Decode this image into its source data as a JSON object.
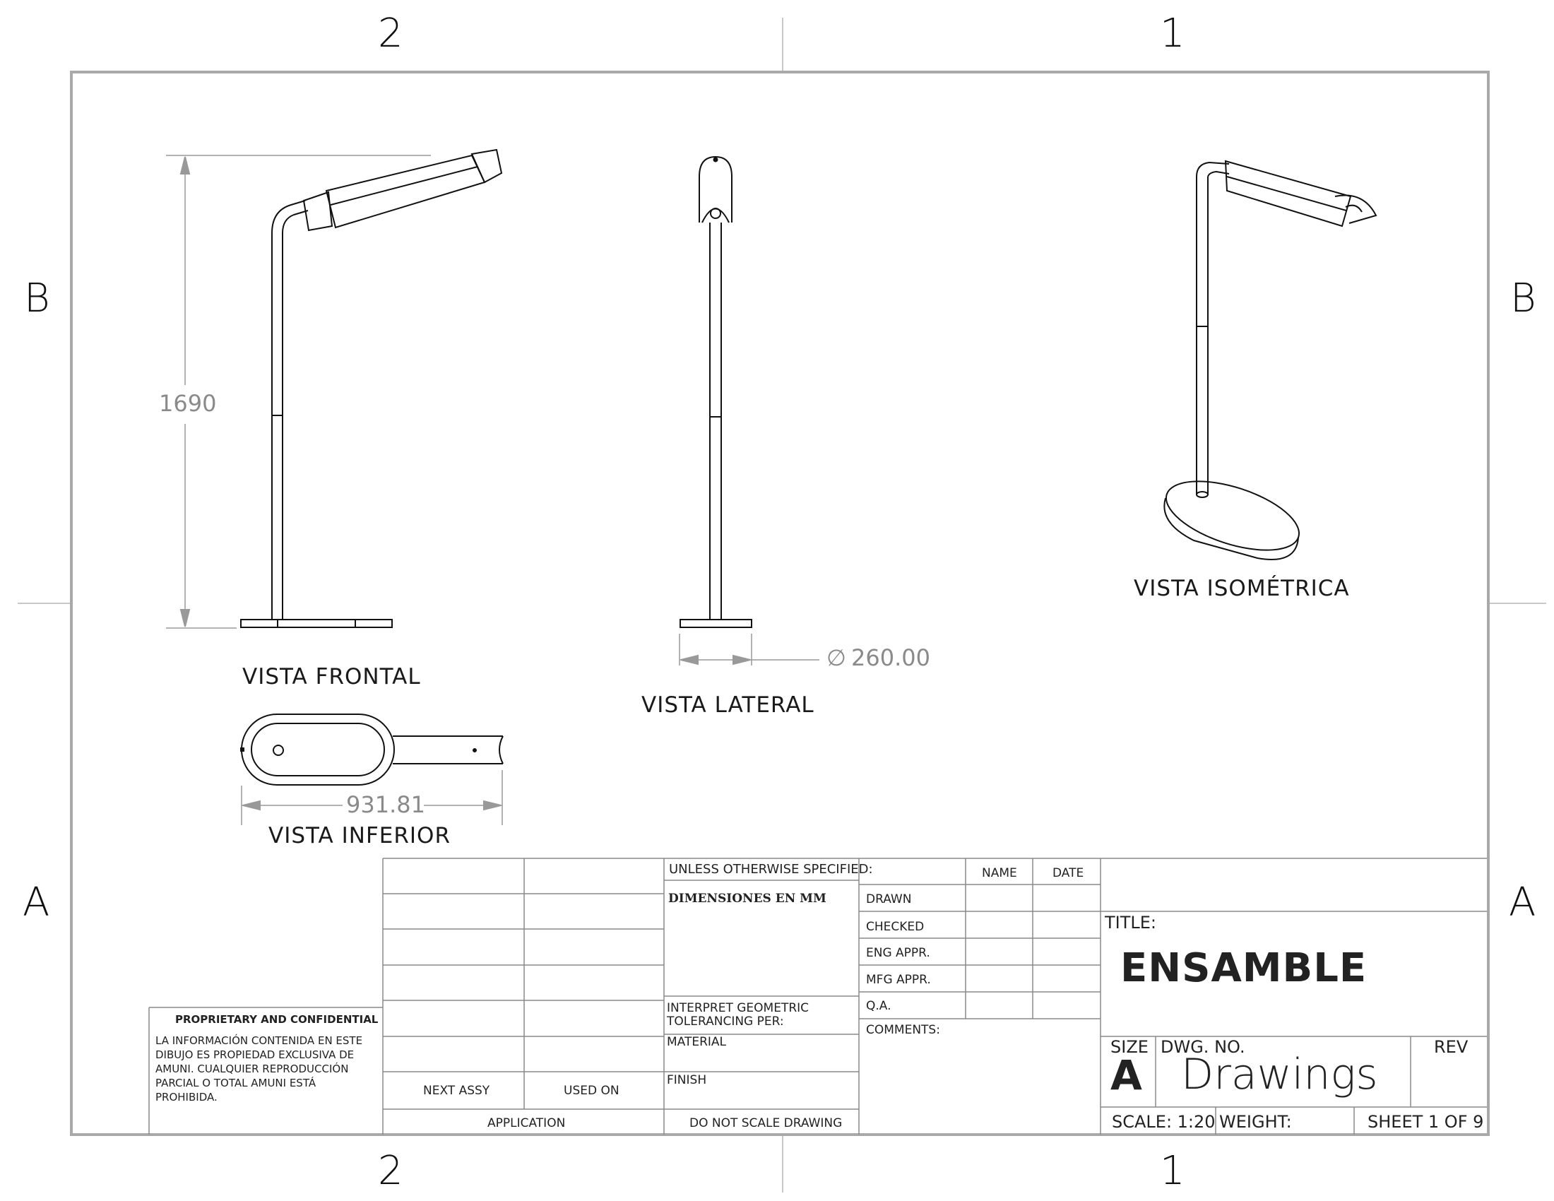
{
  "zones": {
    "top": [
      "2",
      "1"
    ],
    "bottom": [
      "2",
      "1"
    ],
    "left": [
      "B",
      "A"
    ],
    "right": [
      "B",
      "A"
    ]
  },
  "views": {
    "front": "VISTA FRONTAL",
    "side": "VISTA LATERAL",
    "iso": "VISTA ISOMÉTRICA",
    "bottom": "VISTA INFERIOR"
  },
  "dimensions": {
    "height": "1690",
    "diameter": "260.00",
    "length": "931.81"
  },
  "proprietary": {
    "heading": "PROPRIETARY AND CONFIDENTIAL",
    "lines": [
      "LA INFORMACIÓN CONTENIDA EN ESTE",
      "DIBUJO ES PROPIEDAD EXCLUSIVA DE",
      "AMUNI. CUALQUIER REPRODUCCIÓN",
      "PARCIAL O TOTAL AMUNI ESTÁ",
      "PROHIBIDA."
    ]
  },
  "title_block": {
    "next_assy": "NEXT ASSY",
    "used_on": "USED ON",
    "application": "APPLICATION",
    "unless": "UNLESS OTHERWISE SPECIFIED:",
    "units_note": "DIMENSIONES EN MM",
    "interpret_1": "INTERPRET GEOMETRIC",
    "interpret_2": "TOLERANCING PER:",
    "material": "MATERIAL",
    "finish": "FINISH",
    "do_not_scale": "DO NOT SCALE DRAWING",
    "name": "NAME",
    "date": "DATE",
    "drawn": "DRAWN",
    "checked": "CHECKED",
    "eng_appr": "ENG APPR.",
    "mfg_appr": "MFG APPR.",
    "qa": "Q.A.",
    "comments": "COMMENTS:",
    "title_label": "TITLE:",
    "title": "ENSAMBLE",
    "size_label": "SIZE",
    "size": "A",
    "dwg_no_label": "DWG.  NO.",
    "dwg_no": "Drawings",
    "rev_label": "REV",
    "scale": "SCALE: 1:20",
    "weight": "WEIGHT:",
    "sheet": "SHEET 1 OF 9"
  }
}
